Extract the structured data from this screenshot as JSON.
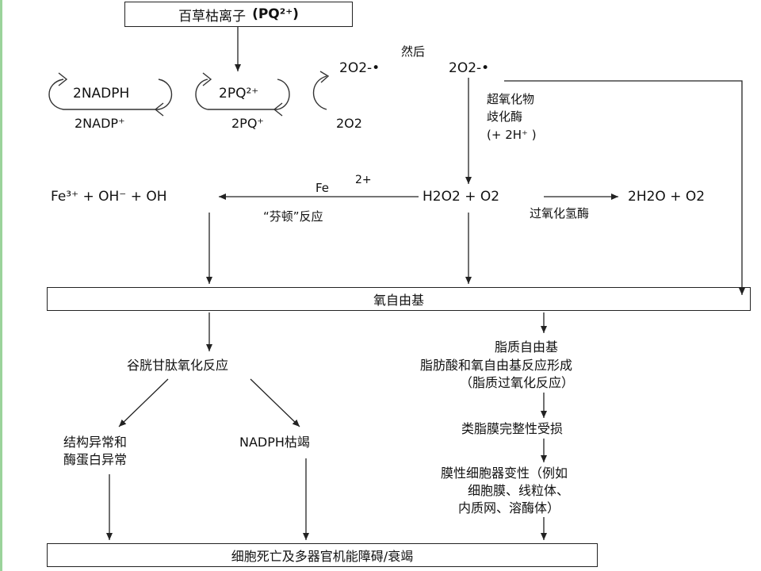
{
  "colors": {
    "accent_bar": "#9bd39b",
    "line": "#222222"
  },
  "nodes": {
    "paraquat": {
      "name": "百草枯离子",
      "formula": "(PQ²⁺)"
    },
    "then_label": "然后",
    "o2_radical_left": "2O2-•",
    "o2_radical_right": "2O2-•",
    "cycle_nadph_top": "2NADPH",
    "cycle_nadph_bottom": "2NADP⁺",
    "cycle_pq_top": "2PQ²⁺",
    "cycle_pq_bottom": "2PQ⁺",
    "cycle_o2_bottom": "2O2",
    "sod_line1": "超氧化物",
    "sod_line2": "歧化酶",
    "sod_line3": "(+ 2H⁺ )",
    "fe_label": "Fe",
    "fe_charge": "2+",
    "fenton_products": "Fe³⁺ + OH⁻ + OH",
    "fenton_reaction": "“芬顿”反应",
    "h2o2": "H2O2 + O2",
    "water": "2H2O + O2",
    "catalase": "过氧化氢酶",
    "oxygen_free_radical": "氧自由基",
    "glutathione_oxidation": "谷胱甘肽氧化反应",
    "lipid_line1": "脂质自由基",
    "lipid_line2": "脂肪酸和氧自由基反应形成",
    "lipid_line3": "（脂质过氧化反应）",
    "membrane_damage": "类脂膜完整性受损",
    "organelle_line1": "膜性细胞器变性（例如",
    "organelle_line2": "细胞膜、线粒体、",
    "organelle_line3": "内质网、溶酶体）",
    "structure_line1": "结构异常和",
    "structure_line2": "酶蛋白异常",
    "nadph_depletion": "NADPH枯竭",
    "outcome": "细胞死亡及多器官机能障碍/衰竭"
  }
}
